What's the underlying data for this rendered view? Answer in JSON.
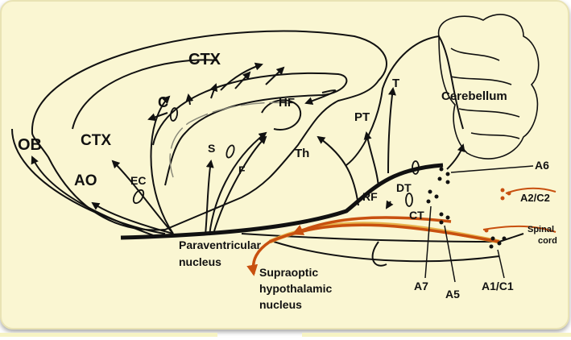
{
  "labels": {
    "ob": "OB",
    "ao": "AO",
    "ctx_front": "CTX",
    "ctx_top": "CTX",
    "ec": "EC",
    "c": "C",
    "s": "S",
    "f": "F",
    "hf": "HF",
    "th": "Th",
    "pt": "PT",
    "t": "T",
    "cerebellum": "Cerebellum",
    "dt": "DT",
    "rf": "RF",
    "ct": "CT",
    "a6": "A6",
    "a2c2": "A2/C2",
    "spinal": "Spinal",
    "cord": "cord",
    "a7": "A7",
    "a5": "A5",
    "a1c1": "A1/C1",
    "pvn_1": "Paraventricular",
    "pvn_2": "nucleus",
    "son_1": "Supraoptic",
    "son_2": "hypothalamic",
    "son_3": "nucleus"
  },
  "colors": {
    "background": "#faf6d2",
    "line": "#111111",
    "orange": "#c8500f",
    "highlight": "#e6b24a"
  }
}
